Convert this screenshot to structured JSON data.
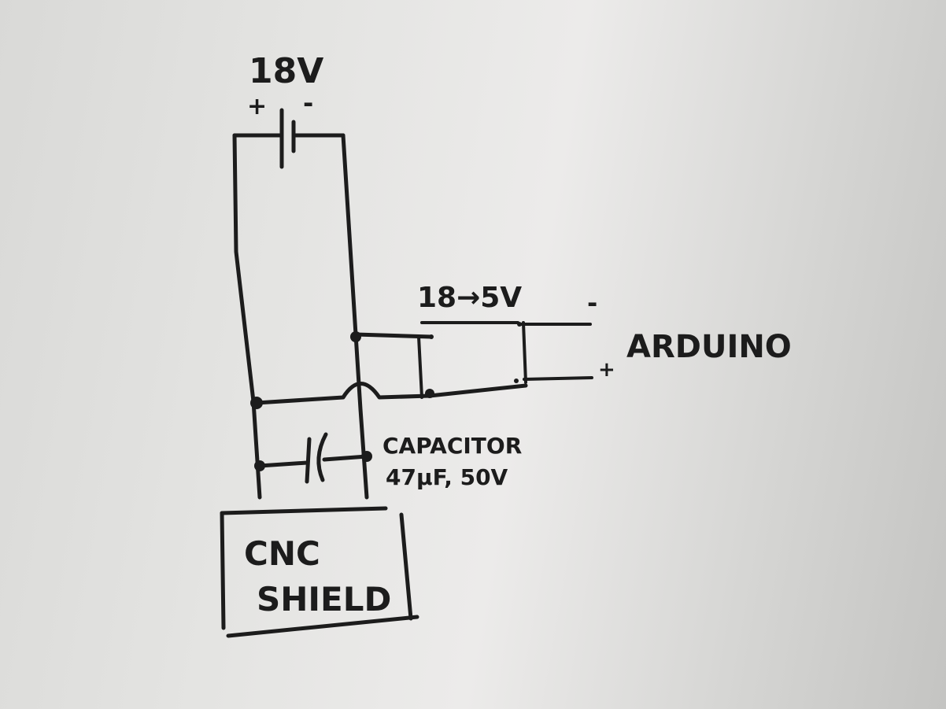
{
  "battery": {
    "voltage_label": "18V",
    "plus_label": "+",
    "minus_label": "-"
  },
  "converter": {
    "label": "18→5V"
  },
  "arduino": {
    "label": "ARDUINO",
    "minus_label": "-",
    "plus_label": "+"
  },
  "capacitor": {
    "label": "CAPACITOR",
    "spec": "47µF, 50V"
  },
  "cnc_shield": {
    "line1": "CNC",
    "line2": "SHIELD"
  },
  "colors": {
    "ink": "#1c1c1c",
    "paper": "#e4e4e2"
  }
}
